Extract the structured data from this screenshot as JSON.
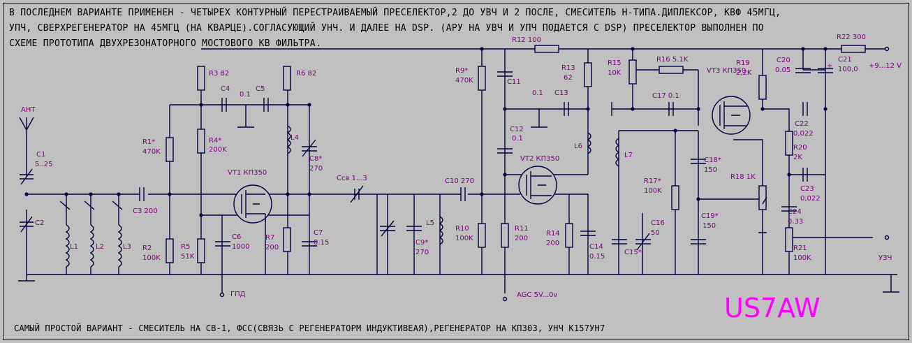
{
  "description_lines": [
    "В ПОСЛЕДНЕМ ВАРИАНТЕ ПРИМЕНЕН - ЧЕТЫРЕХ КОНТУРНЫЙ ПЕРЕСТРАИВАЕМЫЙ ПРЕСЕЛЕКТОР,2 ДО УВЧ И 2 ПОСЛЕ, СМЕСИТЕЛЬ Н-ТИПА.ДИПЛЕКСОР, КВФ 45МГЦ,",
    "УПЧ, СВЕРХРЕГЕНЕРАТОР НА 45МГЦ (НА КВАРЦЕ).СОГЛАСУЮЩИЙ УНЧ. И ДАЛЕЕ НА DSP. (АРУ НА УВЧ И УПЧ ПОДАЕТСЯ С DSP) ПРЕСЕЛЕКТОР ВЫПОЛНЕН ПО",
    "СХЕМЕ ПРОТОТИПА ДВУХРЕЗОНАТОРНОГО МОСТОВОГО КВ ФИЛЬТРА."
  ],
  "bottom_note": "САМЫЙ ПРОСТОЙ ВАРИАНТ - СМЕСИТЕЛЬ НА СВ-1, ФСС(СВЯЗЬ С РЕГЕНЕРАТОРМ ИНДУКТИВЕАЯ),РЕГЕНЕРАТОР НА КП303, УНЧ К157УН7",
  "signature": "US7AW",
  "labels": {
    "ant": "АНТ",
    "c1": "C1",
    "c1v": "5..25",
    "c2": "C2",
    "l1": "L1",
    "l2": "L2",
    "l3": "L3",
    "c3": "C3 200",
    "r1": "R1*",
    "r1v": "470K",
    "r2": "R2",
    "r2v": "100K",
    "r3": "R3 82",
    "c4": "C4",
    "c4c5": "0.1",
    "c5": "C5",
    "r4": "R4*",
    "r4v": "200K",
    "r5": "R5",
    "r5v": "51K",
    "c6": "C6",
    "c6v": "1000",
    "gpd": "ГПД",
    "vt1": "VT1 КП350",
    "r6": "R6 82",
    "l4": "L4",
    "c8": "C8*",
    "c8v": "270",
    "r7": "R7",
    "r7v": "200",
    "c7": "C7",
    "c7v": "0.15",
    "csv": "Ссв 1...3",
    "c9": "C9*",
    "c9v": "270",
    "l5": "L5",
    "c10": "C10 270",
    "r9": "R9*",
    "r9v": "470K",
    "r10": "R10",
    "r10v": "100K",
    "r12": "R12 100",
    "c11": "C11",
    "c12": "C12",
    "c12v": "0.1",
    "r11": "R11",
    "r11v": "200",
    "agc": "AGC 5V...0v",
    "vt2": "VT2 КП350",
    "c13v": "0.1",
    "c13": "C13",
    "r13": "R13",
    "r13v": "62",
    "l6": "L6",
    "r14": "R14",
    "r14v": "200",
    "c14": "C14",
    "c14v": "0.15",
    "r15": "R15",
    "r15v": "10K",
    "r16": "R16 5.1K",
    "c17": "C17 0.1",
    "vt3": "VT3 КП350",
    "l7": "L7",
    "r17": "R17*",
    "r17v": "100K",
    "c16": "C16",
    "c16v": "50",
    "c15": "C15*",
    "c18": "C18*",
    "c18v": "150",
    "c19": "C19*",
    "c19v": "150",
    "r18": "R18 1K",
    "r19": "R19",
    "r19v": "2,2K",
    "c20": "C20",
    "c20v": "0.05",
    "r22": "R22 300",
    "c21": "C21",
    "c21v": "100,0",
    "vcc": "+9...12 V",
    "c22": "C22",
    "c22v": "0,022",
    "r20": "R20",
    "r20v": "2K",
    "c23": "C23",
    "c23v": "0,022",
    "c24": "C24",
    "c24v": "0.33",
    "r21": "R21",
    "r21v": "100K",
    "uzch": "УЗЧ",
    "plus": "+"
  }
}
